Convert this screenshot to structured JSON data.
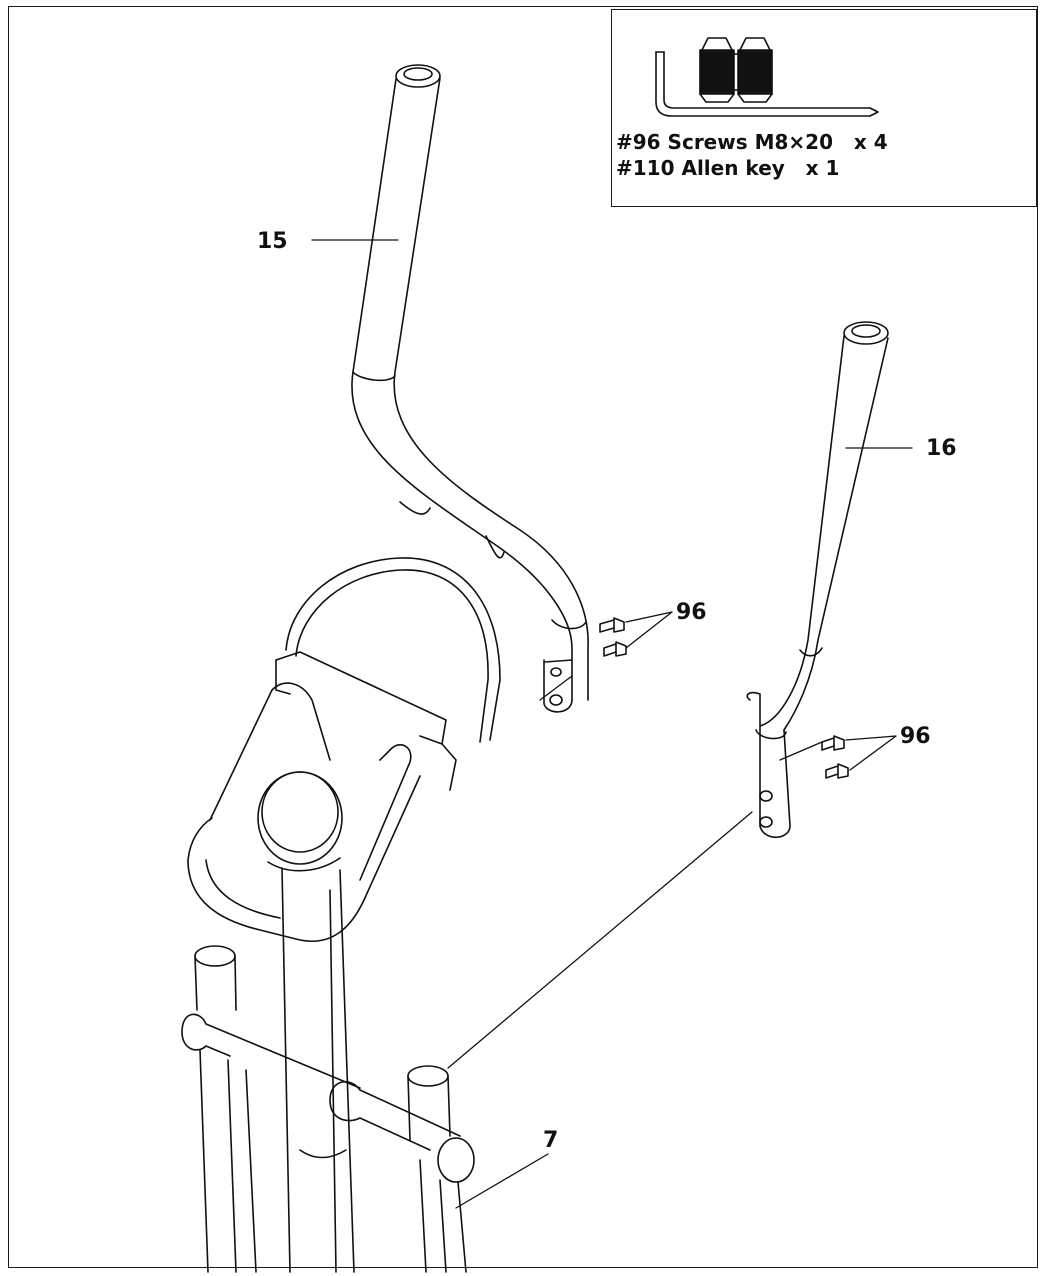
{
  "labels": {
    "handlebar_left": "15",
    "handlebar_right": "16",
    "frame_post": "7",
    "screws_left": "96",
    "screws_right": "96"
  },
  "hardware": {
    "line1": "#96 Screws M8×20   x 4",
    "line2": "#110 Allen key   x 1"
  },
  "colors": {
    "ink": "#111111",
    "background": "#ffffff"
  }
}
